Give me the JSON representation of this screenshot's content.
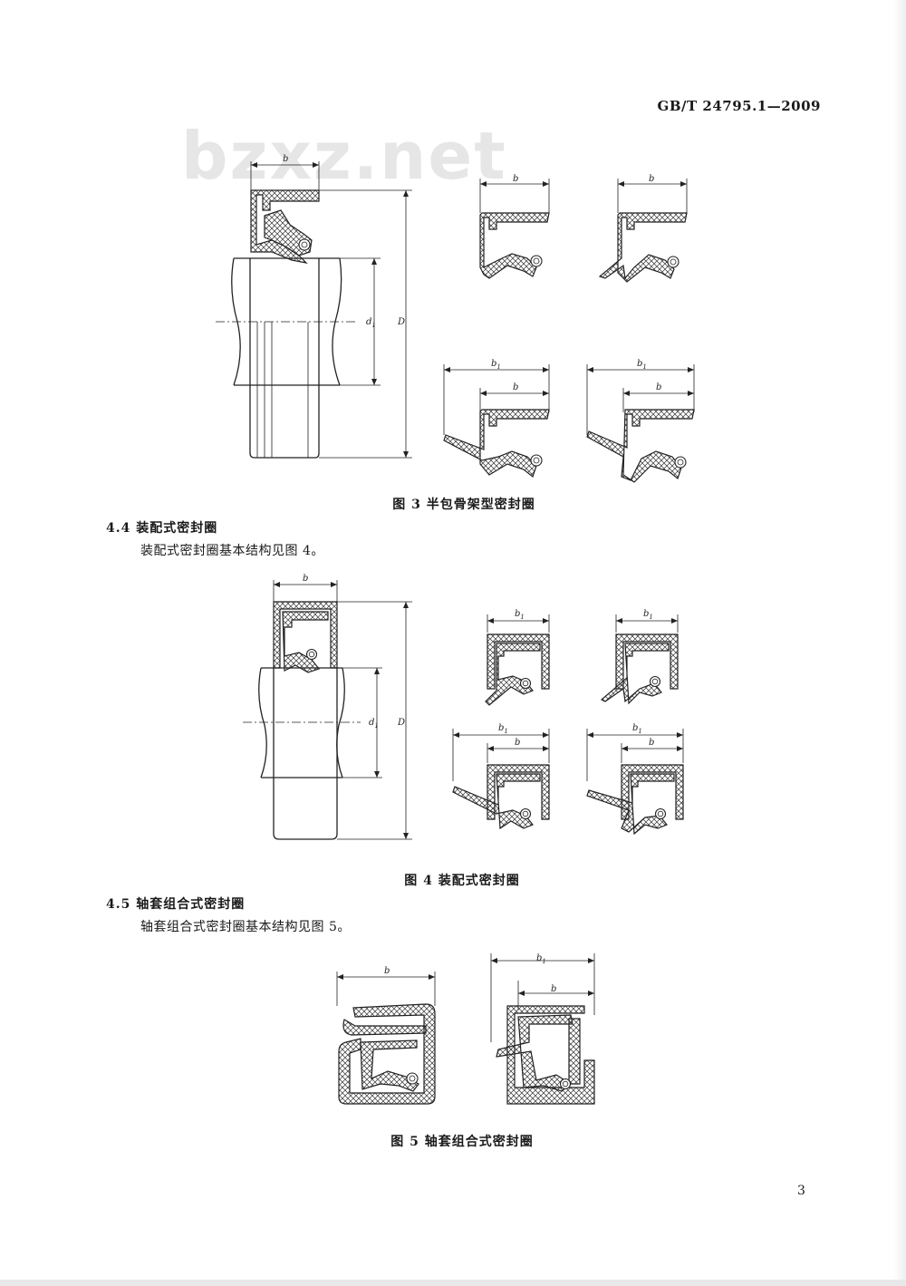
{
  "header": {
    "standard_number": "GB/T 24795.1—2009"
  },
  "watermark": {
    "text": "bzxz.net"
  },
  "figure3": {
    "caption": "图 3   半包骨架型密封圈",
    "labels": {
      "b": "b",
      "b1": "b",
      "b1_sub": "1",
      "d1": "d",
      "d1_sub": "1",
      "D": "D"
    }
  },
  "section44": {
    "heading": "4.4   装配式密封圈",
    "text": "装配式密封圈基本结构见图 4。"
  },
  "figure4": {
    "caption": "图 4   装配式密封圈",
    "labels": {
      "b": "b",
      "b1": "b",
      "b1_sub": "1",
      "d1": "d",
      "d1_sub": "1",
      "D": "D"
    }
  },
  "section45": {
    "heading": "4.5   轴套组合式密封圈",
    "text": "轴套组合式密封圈基本结构见图 5。"
  },
  "figure5": {
    "caption": "图 5   轴套组合式密封圈",
    "labels": {
      "b": "b",
      "b1": "b",
      "b1_sub": "1"
    }
  },
  "footer": {
    "page_number": "3"
  }
}
